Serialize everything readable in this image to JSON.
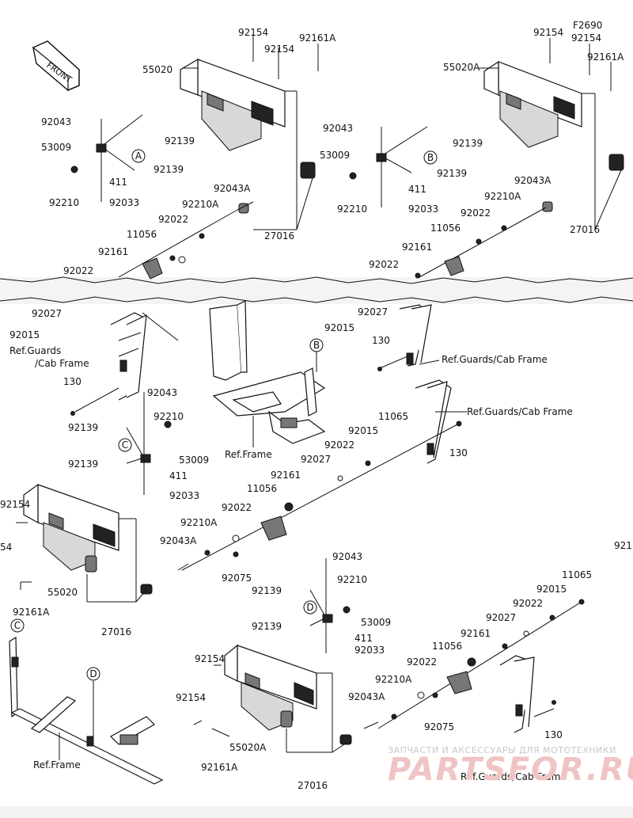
{
  "labels": {
    "front": "FRONT",
    "f2690": "F2690",
    "ref_guards_cab": "Ref.Guards/Cab Frame",
    "ref_guards_cab_split_1": "Ref.Guards",
    "ref_guards_cab_split_2": "/Cab Frame",
    "ref_frame": "Ref.Frame",
    "watermark_ru": "ЗАПЧАСТИ И АКСЕССУАРЫ ДЛЯ МОТОТЕХНИКИ",
    "watermark_brand": "PARTSFOR.RU"
  },
  "refs": {
    "a": "A",
    "b": "B",
    "c": "C",
    "d": "D"
  },
  "parts": {
    "p92154": "92154",
    "p92161A": "92161A",
    "p55020": "55020",
    "p55020A": "55020A",
    "p92043": "92043",
    "p92139": "92139",
    "p53009": "53009",
    "p411": "411",
    "p92210": "92210",
    "p92033": "92033",
    "p92043A": "92043A",
    "p92210A": "92210A",
    "p92022": "92022",
    "p11056": "11056",
    "p92161": "92161",
    "p27016": "27016",
    "p92015": "92015",
    "p92027": "92027",
    "p130": "130",
    "p11065": "11065",
    "p92075": "92075"
  }
}
